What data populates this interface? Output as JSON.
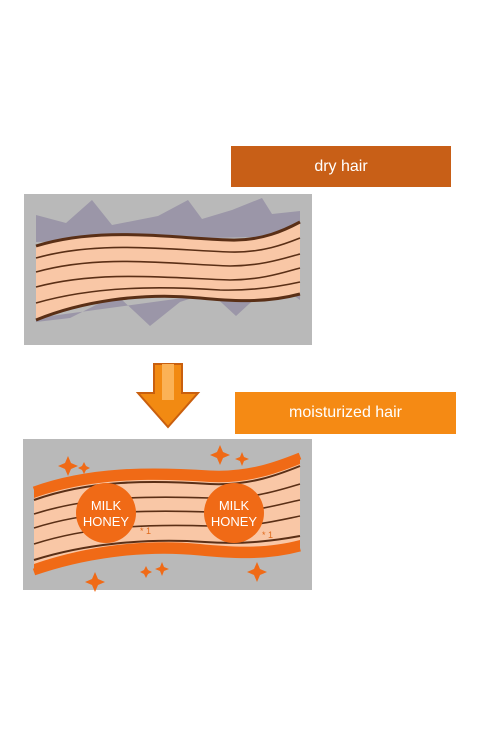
{
  "labels": {
    "dry": "dry hair",
    "moisturized": "moisturized hair"
  },
  "badges": [
    {
      "line1": "MILK",
      "line2": "HONEY",
      "footnote": "* 1"
    },
    {
      "line1": "MILK",
      "line2": "HONEY",
      "footnote": "* 1"
    }
  ],
  "colors": {
    "dry_label": "#c85f17",
    "moist_label": "#f58a14",
    "panel": "#b9b9b9",
    "hair_fill": "#f9c7a6",
    "hair_lines": "#5a2f16",
    "cuticle": "#9b96a8",
    "orange_accent": "#f06a16",
    "arrow": "#f28a12"
  }
}
